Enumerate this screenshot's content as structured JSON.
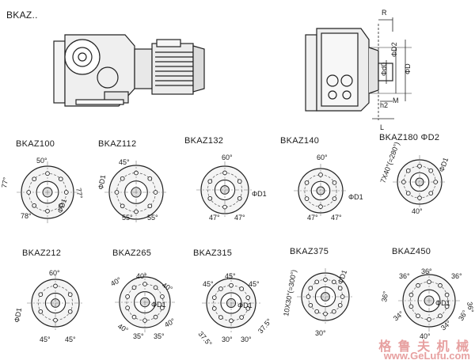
{
  "header": {
    "title": "BKAZ.."
  },
  "side_view_labels": {
    "r": "R",
    "d2": "ΦD2",
    "d": "ΦD",
    "d0": "Φd0",
    "h2": "h2",
    "m": "M",
    "l": "L"
  },
  "flanges": [
    {
      "name": "BKAZ100",
      "angles": [
        "50°",
        "77°",
        "77°",
        "78°"
      ],
      "dia": "ΦD1"
    },
    {
      "name": "BKAZ112",
      "angles": [
        "45°",
        "55°",
        "55°"
      ],
      "dia": "ΦD1"
    },
    {
      "name": "BKAZ132",
      "angles": [
        "60°",
        "47°",
        "47°"
      ],
      "dia": "ΦD1"
    },
    {
      "name": "BKAZ140",
      "angles": [
        "60°",
        "47°",
        "47°"
      ],
      "dia": "ΦD1"
    },
    {
      "name": "BKAZ180",
      "title_suffix": "ΦD2",
      "angles": [
        "7X40°(=280°)",
        "40°"
      ],
      "dia": "ΦD1"
    },
    {
      "name": "BKAZ212",
      "angles": [
        "60°",
        "45°",
        "45°"
      ],
      "dia": "ΦD1"
    },
    {
      "name": "BKAZ265",
      "angles": [
        "40°",
        "40°",
        "40°",
        "40°",
        "35°",
        "35°",
        "40°"
      ],
      "dia": "ΦD1"
    },
    {
      "name": "BKAZ315",
      "angles": [
        "45°",
        "45°",
        "45°",
        "37.5°",
        "30°",
        "30°",
        "37.5°"
      ],
      "dia": "ΦD1"
    },
    {
      "name": "BKAZ375",
      "angles": [
        "10X30°(=300°)",
        "30°"
      ],
      "dia": "ΦD1"
    },
    {
      "name": "BKAZ450",
      "angles": [
        "36°",
        "36°",
        "36°",
        "36°",
        "36°",
        "34°",
        "40°",
        "34°",
        "36°"
      ],
      "dia": "ΦD1"
    }
  ],
  "watermark": {
    "line1": "格 鲁 夫 机 械",
    "line2": "www.GeLufu.com"
  }
}
